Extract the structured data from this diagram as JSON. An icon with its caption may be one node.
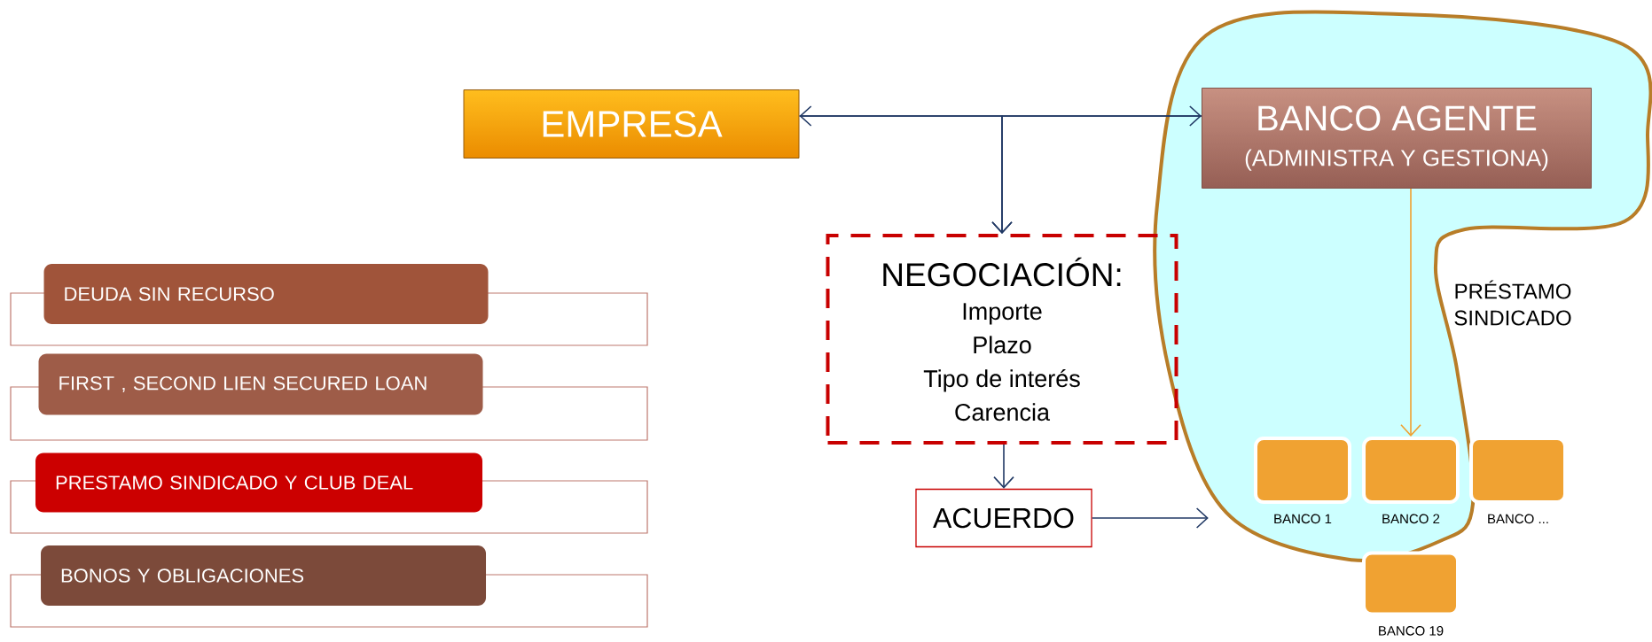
{
  "diagram": {
    "nodes": [
      {
        "text": [
          "EMPRESA"
        ]
      },
      {
        "text": [],
        "shape": "cloud"
      },
      {
        "text": [
          "BANCO AGENTE",
          "(ADMINISTRA Y GESTIONA)"
        ],
        "in": 1
      },
      {
        "text": [
          "DEUDA SIN RECURSO"
        ]
      },
      {
        "text": [
          "FIRST , SECOND LIEN SECURED LOAN"
        ]
      },
      {
        "text": [
          "PRESTAMO SINDICADO Y CLUB DEAL"
        ]
      },
      {
        "text": [
          "BONOS Y OBLIGACIONES"
        ]
      },
      {
        "text": [
          "NEGOCIACIÓN:",
          "Importe",
          "Plazo",
          "Tipo de interés",
          "Carencia"
        ]
      },
      {
        "text": [
          "ACUERDO"
        ]
      },
      {
        "text": [],
        "shape": "box",
        "beside": [
          "BANCO 1"
        ],
        "in": 1
      },
      {
        "text": [],
        "shape": "box",
        "beside": [
          "BANCO 2"
        ],
        "in": 1
      },
      {
        "text": [],
        "shape": "box",
        "beside": [
          "BANCO ..."
        ]
      },
      {
        "text": [],
        "shape": "box",
        "beside": [
          "BANCO 19"
        ]
      }
    ],
    "edges": [
      {
        "from": 0,
        "to": 2,
        "arrow": "both"
      },
      {
        "from": 0,
        "to": 7,
        "arrow": "to"
      },
      {
        "from": 2,
        "to": 7,
        "arrow": "to"
      },
      {
        "from": 7,
        "to": 8,
        "arrow": "to"
      },
      {
        "from": 8,
        "to": 1,
        "arrow": "to"
      },
      {
        "from": 2,
        "to": 10,
        "arrow": "to",
        "color": "#f0a030"
      }
    ],
    "labels": [
      "PRÉSTAMO SINDICADO"
    ]
  }
}
